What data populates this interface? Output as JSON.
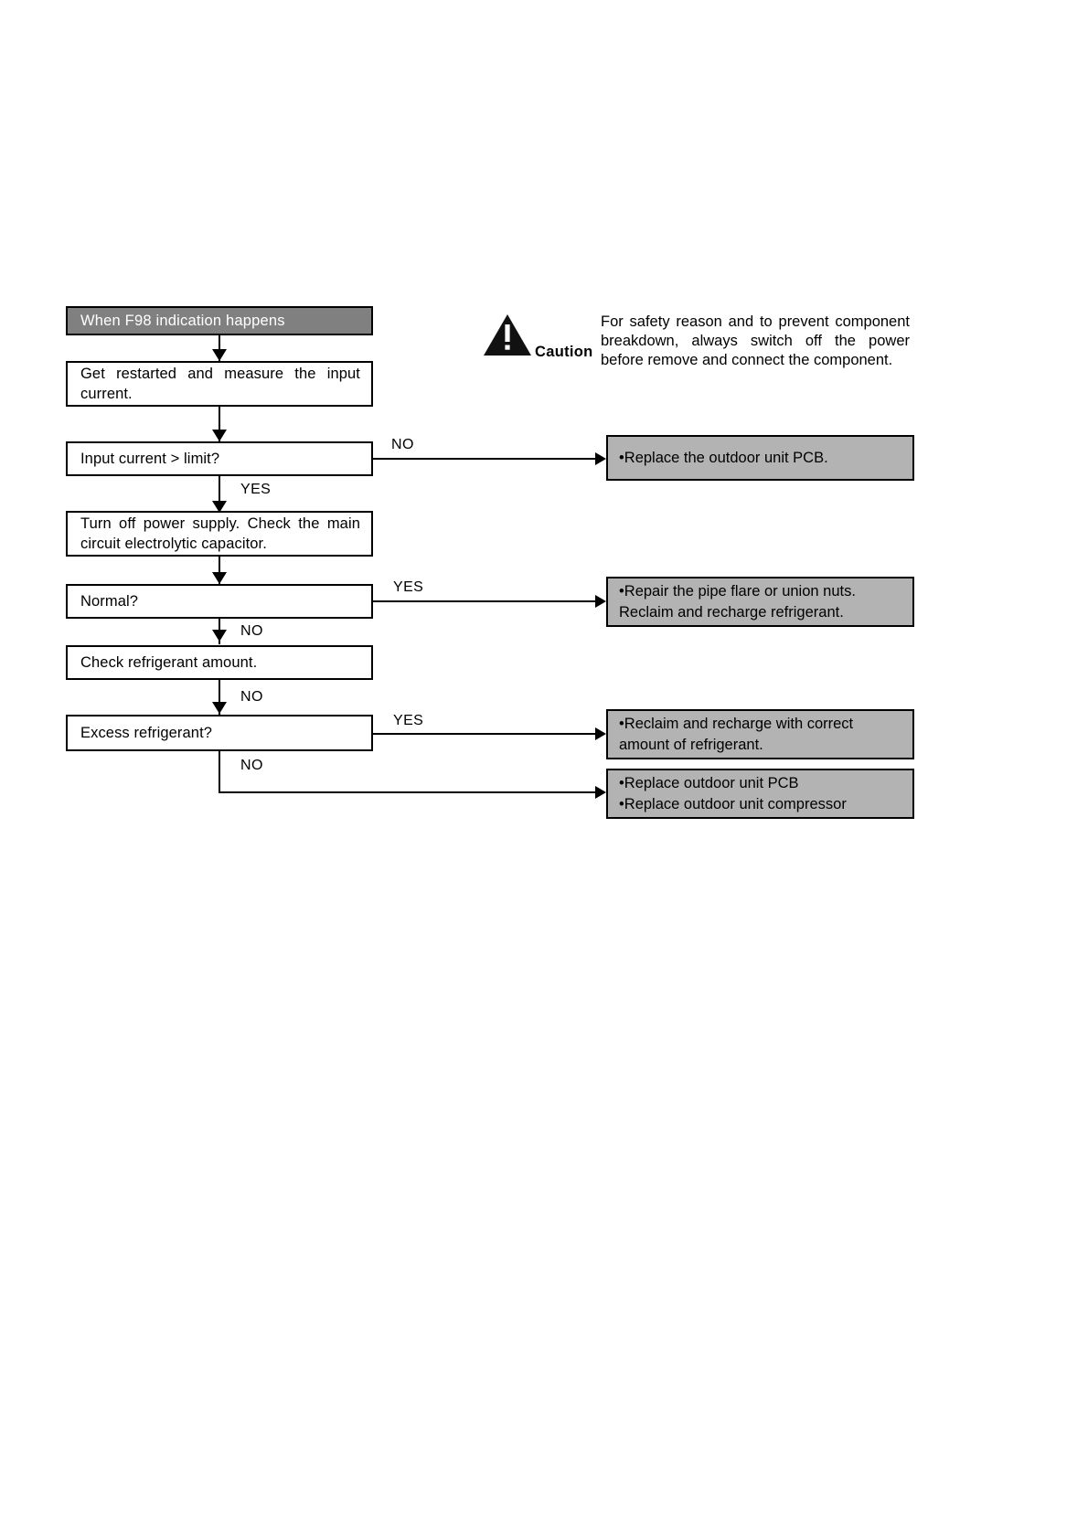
{
  "diagram": {
    "title": "F98 troubleshooting flowchart",
    "colors": {
      "header_fill": "#808080",
      "action_fill": "#b3b3b3",
      "line": "#000000",
      "page_background": "#ffffff"
    },
    "start": {
      "label": "When F98 indication happens"
    },
    "steps": [
      {
        "id": "step-measure-input-current",
        "label": "Get restarted and measure the input current."
      },
      {
        "id": "decision-input-current-limit",
        "label": "Input current > limit?"
      },
      {
        "id": "step-turn-off-power-supply",
        "label": "Turn off power supply. Check the main circuit electrolytic capacitor."
      },
      {
        "id": "decision-normal",
        "label": "Normal?"
      },
      {
        "id": "step-check-refrigerant-amount",
        "label": "Check refrigerant amount."
      },
      {
        "id": "decision-excess-refrigerant",
        "label": "Excess refrigerant?"
      }
    ],
    "actions": [
      {
        "id": "action-replace-outdoor-pcb",
        "lines": [
          "•Replace the outdoor unit PCB."
        ]
      },
      {
        "id": "action-repair-pipe-flare",
        "lines": [
          "•Repair the pipe flare or union nuts.",
          "Reclaim and recharge refrigerant."
        ]
      },
      {
        "id": "action-reclaim-recharge",
        "lines": [
          "•Reclaim and recharge with correct",
          "amount of refrigerant."
        ]
      },
      {
        "id": "action-replace-pcb-compressor",
        "lines": [
          "•Replace outdoor unit PCB",
          "•Replace outdoor unit compressor"
        ]
      }
    ],
    "edge_labels": {
      "input_current_no": "NO",
      "input_current_yes": "YES",
      "normal_yes": "YES",
      "normal_no": "NO",
      "check_refrigerant_no": "NO",
      "excess_yes": "YES",
      "excess_no": "NO"
    },
    "caution": {
      "word": "Caution",
      "icon": "warning-triangle-icon",
      "lines": [
        "For safety reason and to prevent component",
        "breakdown, always switch off the power",
        "before remove and connect the component."
      ]
    }
  }
}
